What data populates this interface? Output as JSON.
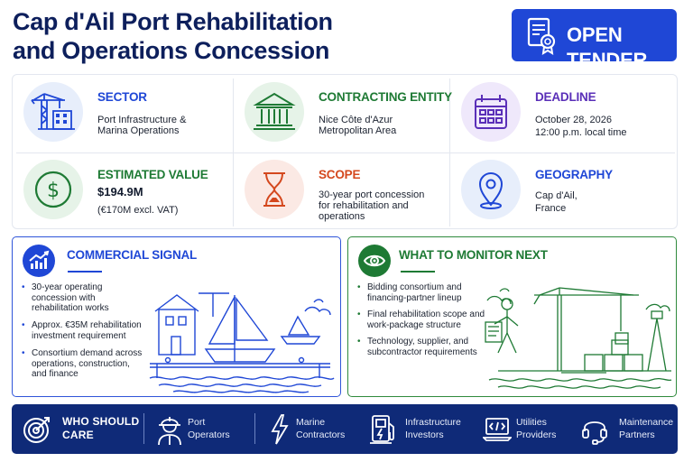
{
  "header": {
    "title_line1": "Cap d'Ail Port Rehabilitation",
    "title_line2": "and Operations Concession",
    "badge_label": "OPEN TENDER"
  },
  "info_cards": [
    {
      "heading": "SECTOR",
      "lines": [
        "Port Infrastructure &",
        "Marina Operations"
      ],
      "icon": "crane-building-icon",
      "color": "#1f47d6"
    },
    {
      "heading": "CONTRACTING ENTITY",
      "lines": [
        "Nice Côte d'Azur",
        "Metropolitan Area"
      ],
      "icon": "government-building-icon",
      "color": "#1e7a34"
    },
    {
      "heading": "DEADLINE",
      "lines": [
        "October 28, 2026",
        "12:00 p.m. local time"
      ],
      "icon": "calendar-icon",
      "color": "#5a2fb8"
    },
    {
      "heading": "ESTIMATED VALUE",
      "lines": [
        "$194.9M",
        "(€170M excl. VAT)"
      ],
      "icon": "dollar-coin-icon",
      "color": "#1e7a34"
    },
    {
      "heading": "SCOPE",
      "lines": [
        "30-year port concession",
        "for rehabilitation and",
        "operations"
      ],
      "icon": "hourglass-icon",
      "color": "#d4481e"
    },
    {
      "heading": "GEOGRAPHY",
      "lines": [
        "Cap d'Ail,",
        "France"
      ],
      "icon": "map-pin-icon",
      "color": "#1f47d6"
    }
  ],
  "commercial_signal": {
    "heading": "COMMERCIAL SIGNAL",
    "bullets": [
      [
        "30-year operating",
        "concession with",
        "rehabilitation works"
      ],
      [
        "Approx. €35M rehabilitation",
        "investment requirement"
      ],
      [
        "Consortium demand across",
        "operations, construction,",
        "and finance"
      ]
    ]
  },
  "monitor_next": {
    "heading": "WHAT TO MONITOR NEXT",
    "bullets": [
      [
        "Bidding consortium and",
        "financing-partner lineup"
      ],
      [
        "Final rehabilitation scope and",
        "work-package structure"
      ],
      [
        "Technology, supplier, and",
        "subcontractor requirements"
      ]
    ]
  },
  "footer": {
    "who_line1": "WHO SHOULD",
    "who_line2": "CARE",
    "audiences": [
      {
        "line1": "Port",
        "line2": "Operators",
        "icon": "worker-helmet-icon"
      },
      {
        "line1": "Marine",
        "line2": "Contractors",
        "icon": "lightning-icon"
      },
      {
        "line1": "Infrastructure",
        "line2": "Investors",
        "icon": "fuel-pump-icon"
      },
      {
        "line1": "Utilities",
        "line2": "Providers",
        "icon": "laptop-code-icon"
      },
      {
        "line1": "Maintenance",
        "line2": "Partners",
        "icon": "headset-icon"
      }
    ]
  }
}
